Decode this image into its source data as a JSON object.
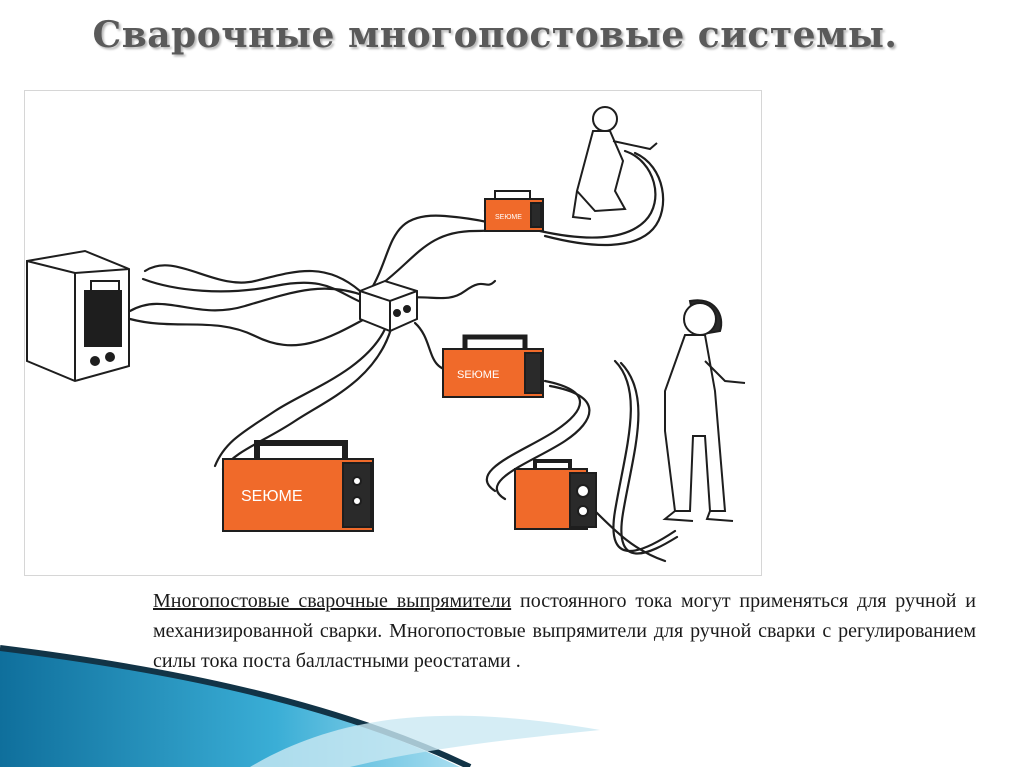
{
  "slide": {
    "title": "Сварочные многопостовые системы.",
    "paragraph_underlined": "Многопостовые сварочные выпрямители",
    "paragraph_rest": " постоянного тока могут применяться для ручной и механизированной сварки. Многопостовые выпрямители для ручной сварки с регулированием силы тока поста балластными реостатами ",
    "paragraph_end": " ."
  },
  "illustration": {
    "label_main": "SEЮMЕ",
    "label_unit": "SEЮMЕ",
    "colors": {
      "orange": "#f06a2a",
      "dark": "#2a2a2a",
      "outline": "#1e1e1e",
      "blue": "#2a9fc9"
    }
  }
}
